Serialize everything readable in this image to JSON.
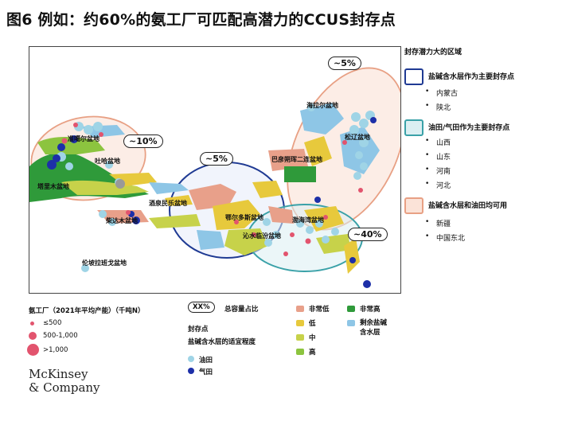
{
  "title": "图6 例如：约60%的氨工厂可匹配高潜力的CCUS封存点",
  "map": {
    "basins": [
      {
        "name": "准噶尔盆地"
      },
      {
        "name": "吐哈盆地"
      },
      {
        "name": "塔里木盆地"
      },
      {
        "name": "酒泉民乐盆地"
      },
      {
        "name": "柴达木盆地"
      },
      {
        "name": "伦坡拉班戈盆地"
      },
      {
        "name": "鄂尔多斯盆地"
      },
      {
        "name": "沁水临汾盆地"
      },
      {
        "name": "巴彦朔珲二连盆地"
      },
      {
        "name": "海拉尔盆地"
      },
      {
        "name": "松辽盆地"
      },
      {
        "name": "渤海湾盆地"
      }
    ],
    "capacity_share": {
      "northwest": "~10%",
      "central": "~5%",
      "northeast": "~5%",
      "east": "~40%"
    }
  },
  "legend_right": {
    "title": "封存潜力大的区域",
    "groups": [
      {
        "heading": "盐碱含水层作为主要封存点",
        "color": "#1f3a93",
        "fill": "#ffffff",
        "items": [
          "内蒙古",
          "陕北"
        ]
      },
      {
        "heading": "油田/气田作为主要封存点",
        "color": "#3aa1a8",
        "fill": "#dbeff2",
        "items": [
          "山西",
          "山东",
          "河南",
          "河北"
        ]
      },
      {
        "heading": "盐碱含水层和油田均可用",
        "color": "#e8a084",
        "fill": "#fbe3d8",
        "items": [
          "新疆",
          "中国东北"
        ]
      }
    ]
  },
  "legend_bottom": {
    "plants_title": "氨工厂（2021年平均产能）（千吨N）",
    "plant_sizes": [
      "≤500",
      "500-1,000",
      ">1,000"
    ],
    "capacity_symbol": "XX%",
    "capacity_label": "总容量占比",
    "storage_title": "封存点",
    "aquifer_title": "盐碱含水层的适宜程度",
    "suitability": [
      {
        "label": "非常低",
        "color": "#e8a08a"
      },
      {
        "label": "低",
        "color": "#e7c93c"
      },
      {
        "label": "中",
        "color": "#c7d24a"
      },
      {
        "label": "高",
        "color": "#8cc43f"
      },
      {
        "label": "非常高",
        "color": "#2f9a3a"
      },
      {
        "label": "剩余盐碱含水层",
        "color": "#8ec6e6"
      }
    ],
    "fields": [
      {
        "label": "油田",
        "color": "#9fd4e6"
      },
      {
        "label": "气田",
        "color": "#1d2fa8"
      }
    ]
  },
  "logo": {
    "line1": "McKinsey",
    "line2": "& Company"
  }
}
